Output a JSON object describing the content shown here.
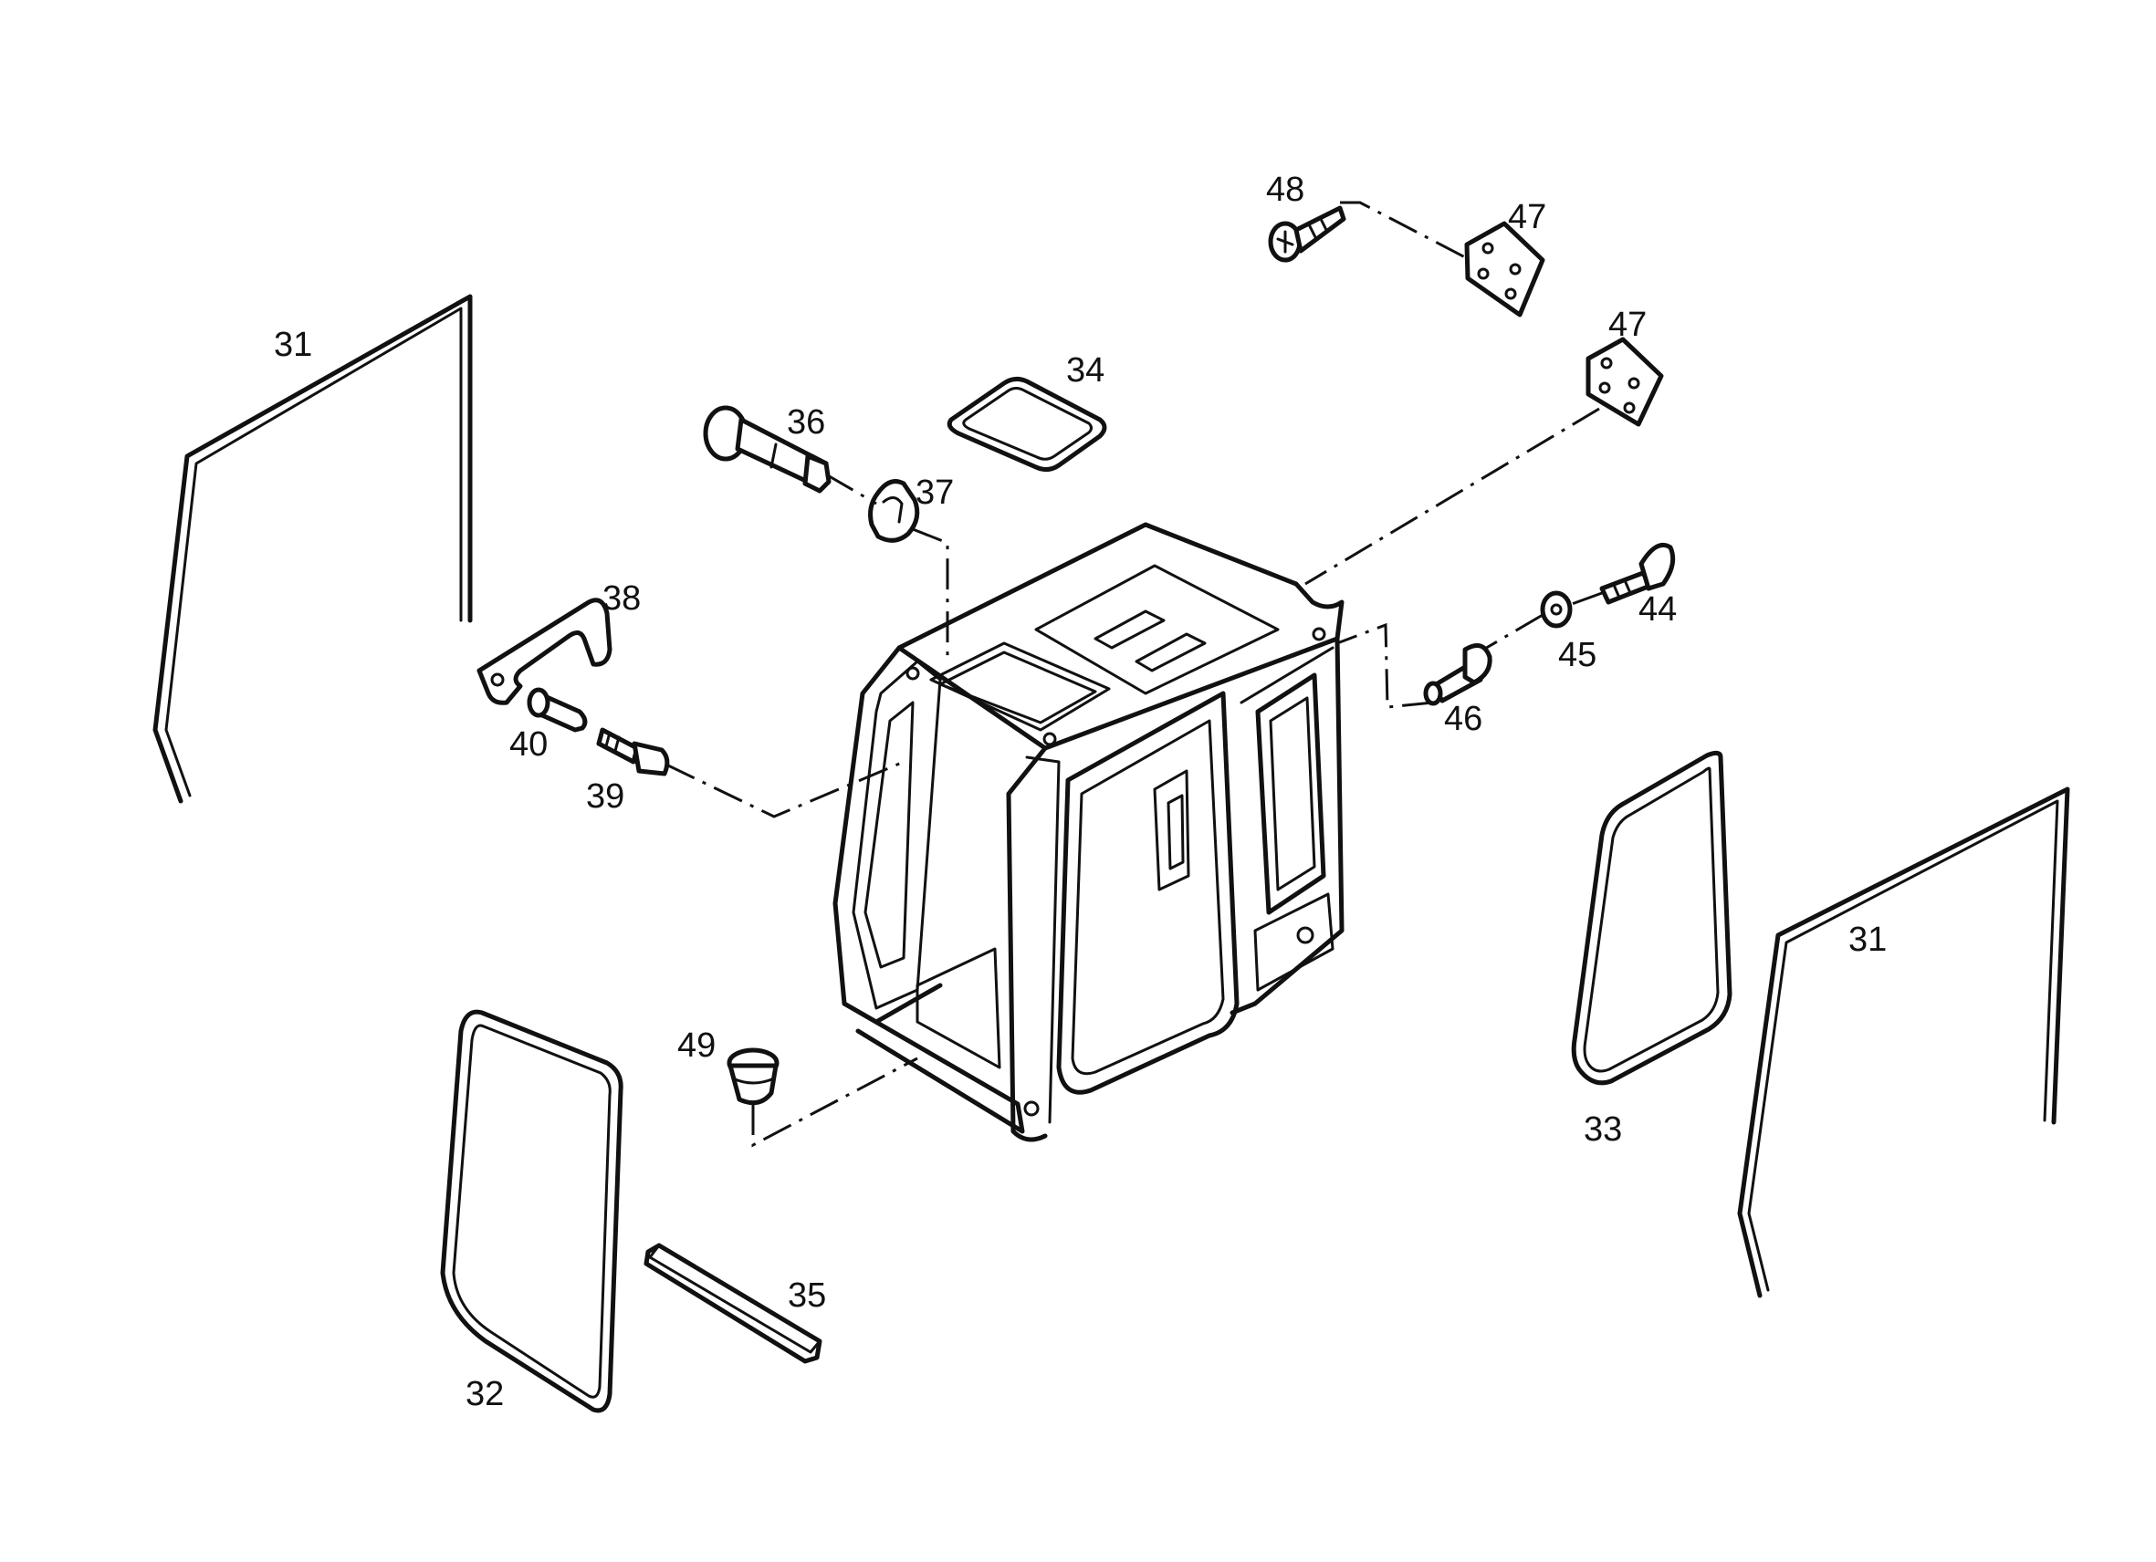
{
  "callouts": {
    "c31_left": "31",
    "c31_right": "31",
    "c32": "32",
    "c33": "33",
    "c34": "34",
    "c35": "35",
    "c36": "36",
    "c37": "37",
    "c38": "38",
    "c39": "39",
    "c40": "40",
    "c44": "44",
    "c45": "45",
    "c46": "46",
    "c47_top": "47",
    "c47_mid": "47",
    "c48": "48",
    "c49": "49"
  },
  "colors": {
    "line": "#111111",
    "background": "#ffffff"
  }
}
